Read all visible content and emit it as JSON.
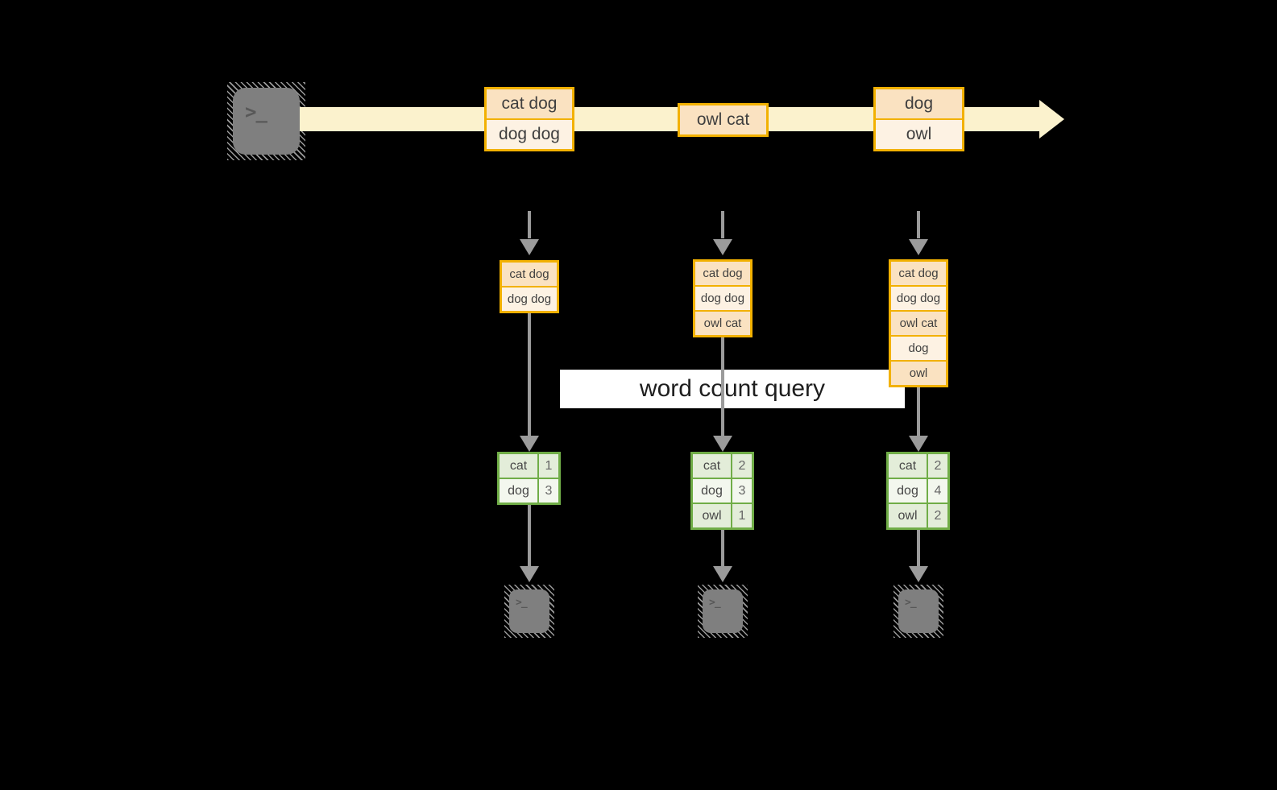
{
  "colors": {
    "background": "#000000",
    "stream_band": "#fbf2cd",
    "gold_border": "#f2b101",
    "peach_dark": "#fae2c1",
    "peach_light": "#fdf2e3",
    "green_border": "#70ad47",
    "green_row_dark": "#e3edd9",
    "green_row_light": "#f3f7ee",
    "arrow_gray": "#9b9b9b",
    "terminal_gray": "#7f7f7f"
  },
  "source_terminal": {
    "glyph": ">_"
  },
  "stream_events": [
    {
      "lines": [
        "cat dog",
        "dog dog"
      ]
    },
    {
      "lines": [
        "owl cat"
      ]
    },
    {
      "lines": [
        "dog",
        "owl"
      ]
    }
  ],
  "query_label": "word count query",
  "columns": [
    {
      "buffer": [
        "cat dog",
        "dog dog"
      ],
      "counts": [
        {
          "word": "cat",
          "n": "1"
        },
        {
          "word": "dog",
          "n": "3"
        }
      ],
      "terminal_glyph": ">_"
    },
    {
      "buffer": [
        "cat dog",
        "dog dog",
        "owl cat"
      ],
      "counts": [
        {
          "word": "cat",
          "n": "2"
        },
        {
          "word": "dog",
          "n": "3"
        },
        {
          "word": "owl",
          "n": "1"
        }
      ],
      "terminal_glyph": ">_"
    },
    {
      "buffer": [
        "cat dog",
        "dog dog",
        "owl cat",
        "dog",
        "owl"
      ],
      "counts": [
        {
          "word": "cat",
          "n": "2"
        },
        {
          "word": "dog",
          "n": "4"
        },
        {
          "word": "owl",
          "n": "2"
        }
      ],
      "terminal_glyph": ">_"
    }
  ]
}
